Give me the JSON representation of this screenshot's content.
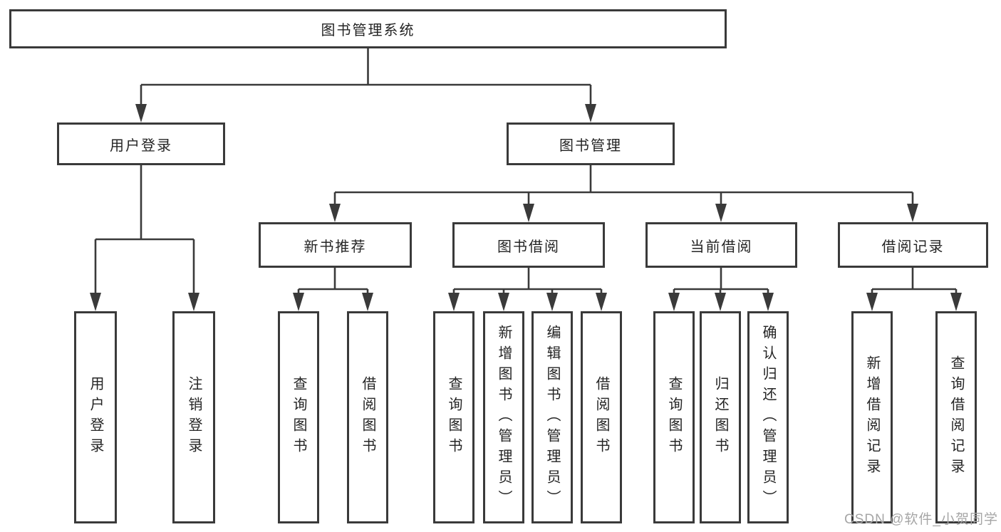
{
  "colors": {
    "line": "#3a3a3a",
    "text": "#242424",
    "watermark": "#a6a6a6",
    "bg": "#ffffff"
  },
  "tree": {
    "root": "图书管理系统",
    "branches": [
      {
        "label": "用户登录",
        "children": [
          "用户登录",
          "注销登录"
        ]
      },
      {
        "label": "图书管理",
        "sub": [
          {
            "label": "新书推荐",
            "children": [
              "查询图书",
              "借阅图书"
            ]
          },
          {
            "label": "图书借阅",
            "children": [
              "查询图书",
              "新增图书（管理员）",
              "编辑图书（管理员）",
              "借阅图书"
            ]
          },
          {
            "label": "当前借阅",
            "children": [
              "查询图书",
              "归还图书",
              "确认归还（管理员）"
            ]
          },
          {
            "label": "借阅记录",
            "children": [
              "新增借阅记录",
              "查询借阅记录"
            ]
          }
        ]
      }
    ]
  },
  "watermark": {
    "text": "CSDN @软件_小贺同学"
  }
}
